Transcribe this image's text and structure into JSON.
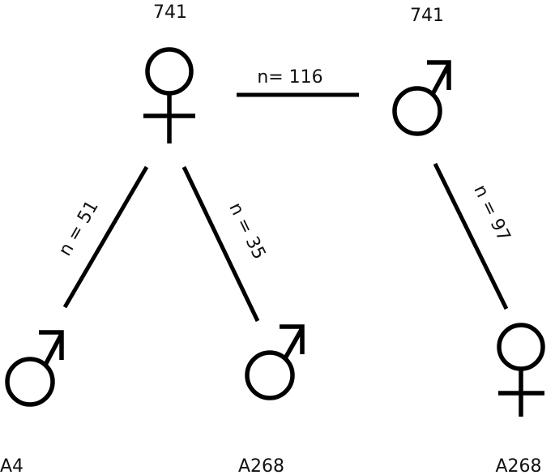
{
  "nodes": [
    {
      "id": "female-741",
      "label": "741",
      "sex": "female",
      "icon": "female-icon"
    },
    {
      "id": "male-741",
      "label": "741",
      "sex": "male",
      "icon": "male-icon"
    },
    {
      "id": "male-a4",
      "label": "A4",
      "sex": "male",
      "icon": "male-icon"
    },
    {
      "id": "male-a268",
      "label": "A268",
      "sex": "male",
      "icon": "male-icon"
    },
    {
      "id": "female-a268",
      "label": "A268",
      "sex": "female",
      "icon": "female-icon"
    }
  ],
  "edges": [
    {
      "id": "female741-male741",
      "label": "n= 116"
    },
    {
      "id": "female741-maleA4",
      "label": "n = 51"
    },
    {
      "id": "female741-maleA268",
      "label": "n = 35"
    },
    {
      "id": "male741-femaleA268",
      "label": "n = 97"
    }
  ]
}
